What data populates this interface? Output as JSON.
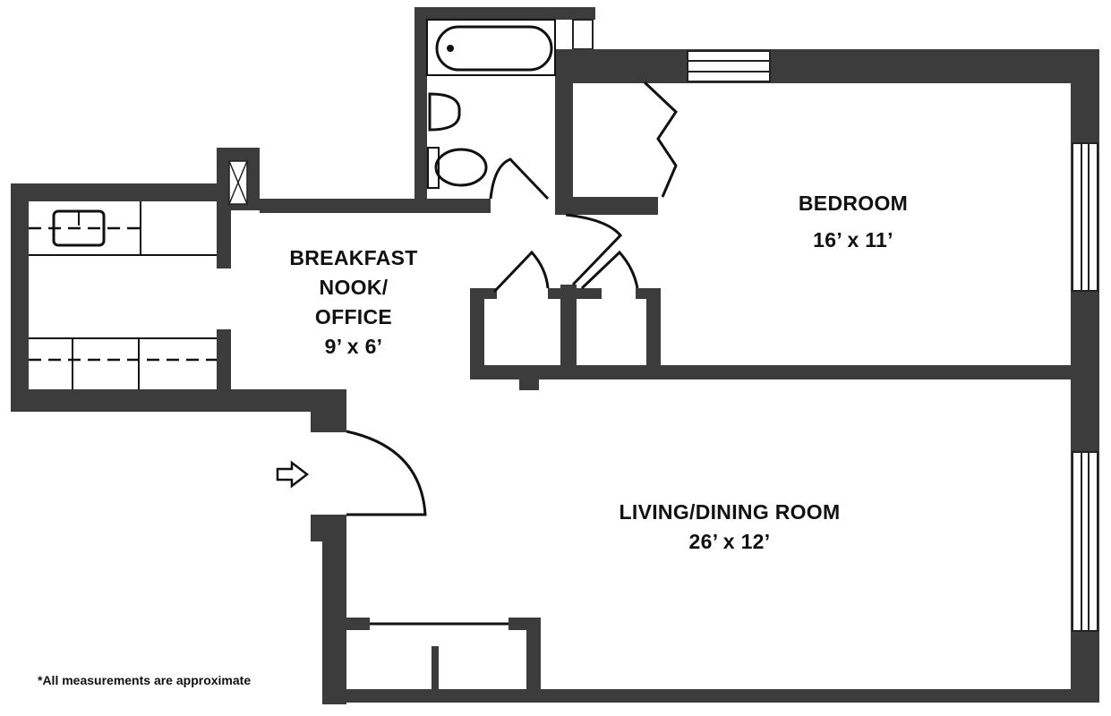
{
  "floorplan": {
    "rooms": [
      {
        "id": "bedroom",
        "name": "BEDROOM",
        "dimensions": "16’ x 11’"
      },
      {
        "id": "breakfast_nook",
        "name_lines": [
          "BREAKFAST",
          "NOOK/",
          "OFFICE"
        ],
        "dimensions": "9’ x 6’"
      },
      {
        "id": "living_dining",
        "name": "LIVING/DINING ROOM",
        "dimensions": "26’ x 12’"
      }
    ],
    "footnote": "*All measurements are approximate",
    "icons": [
      "entry-arrow-icon",
      "bathtub-icon",
      "sink-icon",
      "toilet-icon",
      "kitchen-sink-icon",
      "chimney-shaft-icon"
    ],
    "colors": {
      "wall": "#3c3c3c",
      "line": "#111111",
      "background": "#ffffff"
    }
  }
}
